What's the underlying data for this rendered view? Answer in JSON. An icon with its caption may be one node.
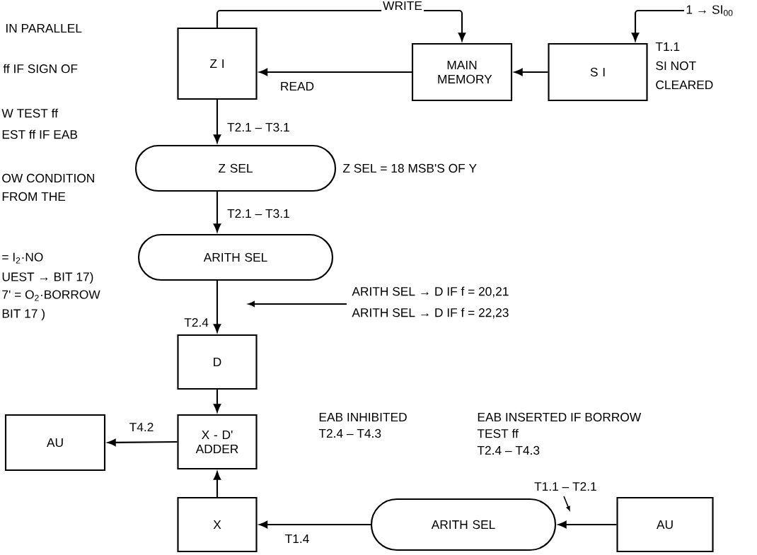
{
  "diagram": {
    "nodes": [
      {
        "text": [
          "Z I"
        ]
      },
      {
        "text": [
          "MAIN MEMORY"
        ]
      },
      {
        "text": [
          "S I"
        ],
        "beside": [
          "T1.1",
          "SI NOT",
          "CLEARED"
        ]
      },
      {
        "text": [
          "Z SEL"
        ],
        "beside": [
          "Z SEL = 18 MSB'S OF Y"
        ]
      },
      {
        "text": [
          "ARITH SEL"
        ]
      },
      {
        "text": [
          "D"
        ]
      },
      {
        "text": [
          "X - D' ADDER"
        ]
      },
      {
        "text": [
          "AU"
        ]
      },
      {
        "text": [
          "X"
        ]
      },
      {
        "text": [
          "ARITH SEL"
        ]
      },
      {
        "text": [
          "AU"
        ]
      },
      {
        "text": [
          "1 → SI$_{00}$"
        ]
      }
    ],
    "edges": [
      {
        "from": 0,
        "to": 1,
        "arrow": "to",
        "label": "WRITE"
      },
      {
        "from": 1,
        "to": 0,
        "arrow": "to",
        "label": "READ"
      },
      {
        "from": 2,
        "to": 1,
        "arrow": "to"
      },
      {
        "from": 11,
        "to": 2,
        "arrow": "to"
      },
      {
        "from": 0,
        "to": 3,
        "arrow": "to",
        "label": "T2.1 – T3.1"
      },
      {
        "from": 3,
        "to": 4,
        "arrow": "to",
        "label": "T2.1 – T3.1"
      },
      {
        "from": 4,
        "to": 5,
        "arrow": "to",
        "label": "T2.4"
      },
      {
        "from": 5,
        "to": 6,
        "arrow": "to"
      },
      {
        "from": 6,
        "to": 7,
        "arrow": "to",
        "label": "T4.2"
      },
      {
        "from": 8,
        "to": 6,
        "arrow": "to"
      },
      {
        "from": 9,
        "to": 8,
        "arrow": "to",
        "label": "T1.4"
      },
      {
        "from": 10,
        "to": 9,
        "arrow": "to",
        "label": "T1.1 – T2.1"
      }
    ],
    "labels": [
      "IN PARALLEL",
      "ff IF SIGN OF",
      "W TEST ff",
      "EST ff IF EAB",
      "OW CONDITION",
      "FROM THE",
      "= I$_{2}$·NO",
      "UEST → BIT 17)",
      "7' = O$_{2}$·BORROW",
      "BIT 17 )",
      "ARITH SEL → D IF f = 20,21",
      "ARITH SEL → D IF f = 22,23",
      "EAB INHIBITED",
      "T2.4 – T4.3",
      "EAB INSERTED IF BORROW",
      "TEST ff",
      "T2.4 – T4.3"
    ]
  }
}
